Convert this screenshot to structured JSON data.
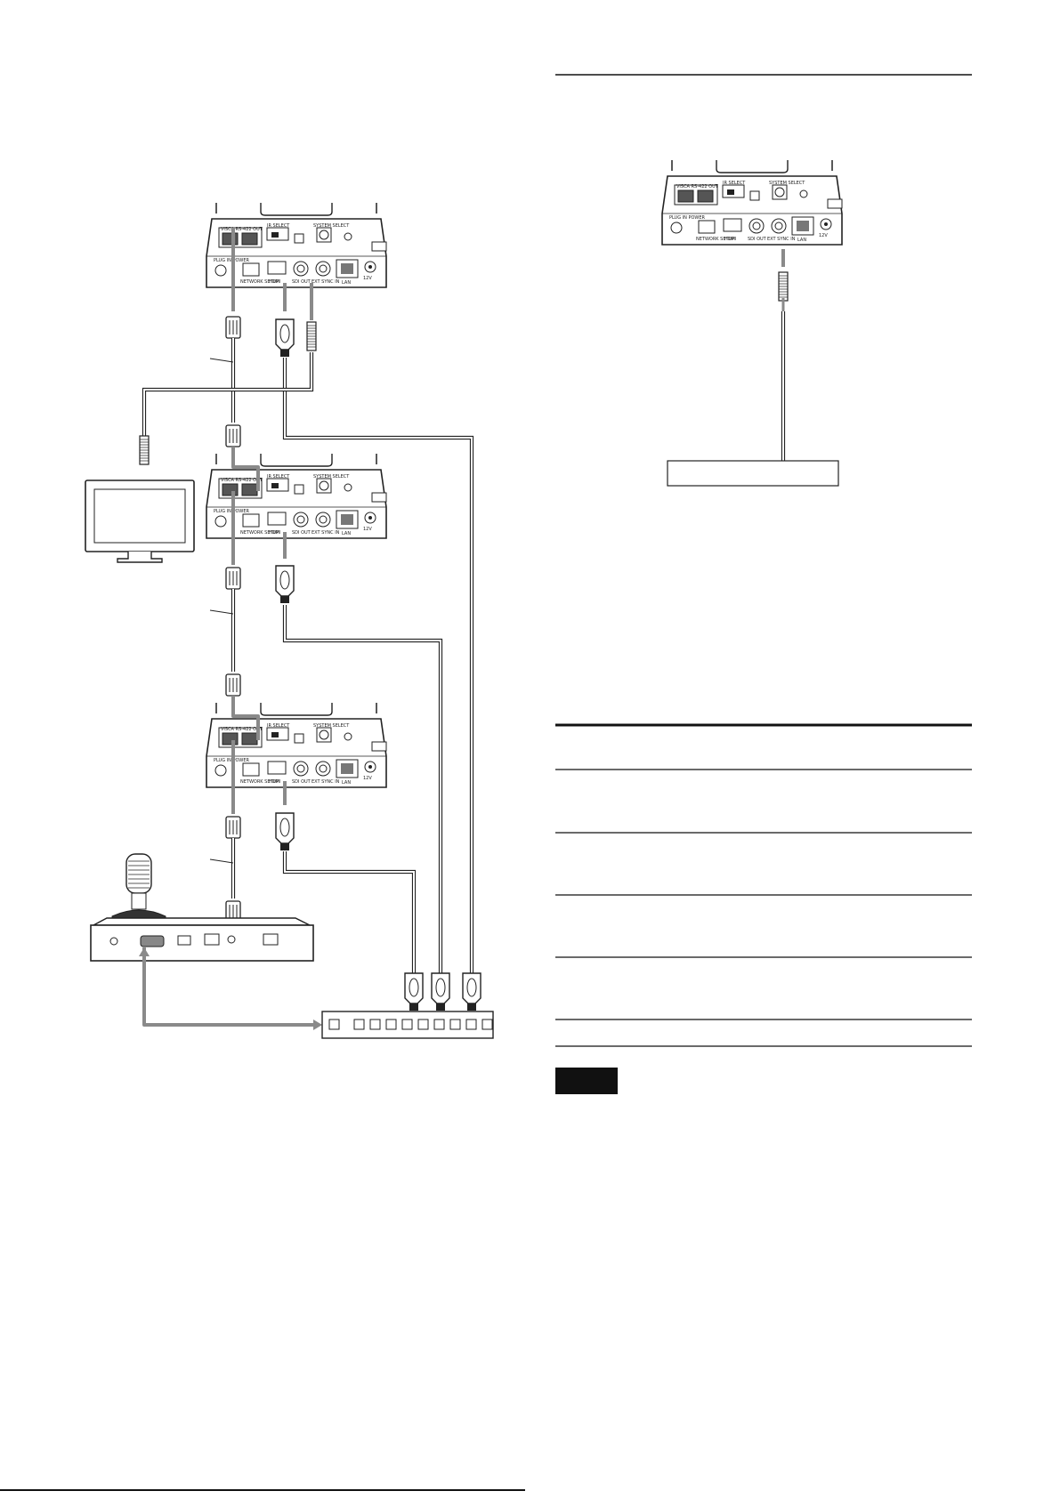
{
  "page": {
    "background": "#ffffff"
  },
  "colors": {
    "line": "#222222",
    "cable_gray": "#8a8a8a",
    "cable_light": "#bdbdbd",
    "rule": "#111111",
    "panel_fill": "#f4f4f4"
  },
  "camera_panel_labels": {
    "visca": "VISCA RS-422 OUT",
    "ir_select": "IR SELECT",
    "system_select": "SYSTEM SELECT",
    "plug_in_power": "PLUG IN POWER",
    "network_setup": "NETWORK SETUP",
    "hdmi": "HDMI",
    "sdi_out": "SDI OUT",
    "ext_sync_in": "EXT SYNC IN",
    "lan": "LAN",
    "power": "12V"
  },
  "icons": {
    "camera": "ptz-camera-rear-panel-icon",
    "monitor": "monitor-icon",
    "controller": "joystick-controller-icon",
    "switcher": "video-switcher-icon",
    "blank_label": "blank-device-label-box",
    "note": "note-badge"
  },
  "table": {
    "rows": 5
  }
}
